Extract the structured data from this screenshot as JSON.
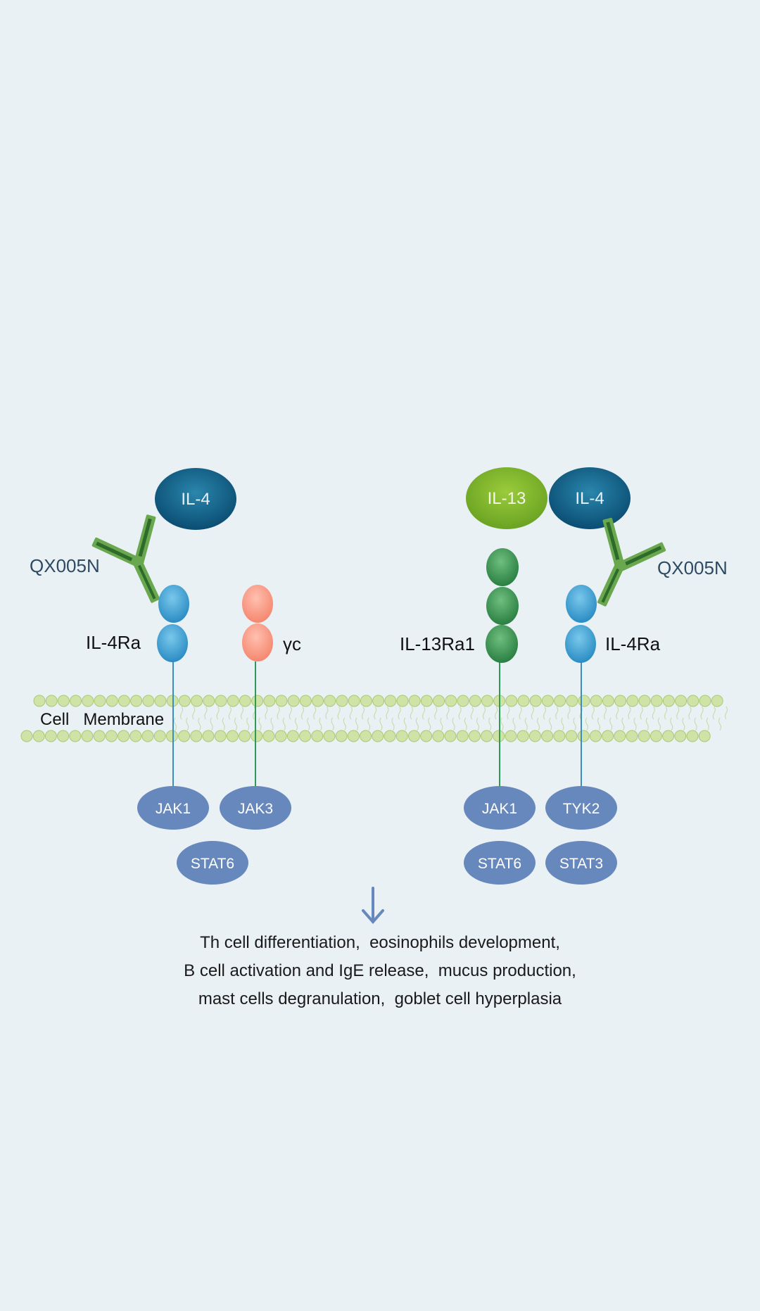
{
  "diagram": {
    "left_pathway": {
      "ligand": "IL-4",
      "antibody": "QX005N",
      "receptor_1": "IL-4Ra",
      "receptor_2": "γc",
      "kinase_1": "JAK1",
      "kinase_2": "JAK3",
      "stat": "STAT6"
    },
    "right_pathway": {
      "ligand_1": "IL-13",
      "ligand_2": "IL-4",
      "antibody": "QX005N",
      "receptor_1": "IL-13Ra1",
      "receptor_2": "IL-4Ra",
      "kinase_1": "JAK1",
      "kinase_2": "TYK2",
      "stat_1": "STAT6",
      "stat_2": "STAT3"
    },
    "membrane_label": "Cell   Membrane",
    "outcome_lines": [
      "Th cell differentiation,  eosinophils development,",
      "B cell activation and IgE release,  mucus production,",
      "mast cells degranulation,  goblet cell hyperplasia"
    ],
    "colors": {
      "background": "#eaf1f5",
      "il4_ligand": "#0f5a80",
      "il13_ligand": "#7fb32b",
      "il4ra_receptor": "#3b9fd0",
      "gamma_c_receptor": "#f5937f",
      "il13ra1_receptor": "#2f8a46",
      "kinase_stat": "#6788bd",
      "membrane_bead": "#cfe3a6",
      "antibody": "#6aa84f"
    }
  }
}
